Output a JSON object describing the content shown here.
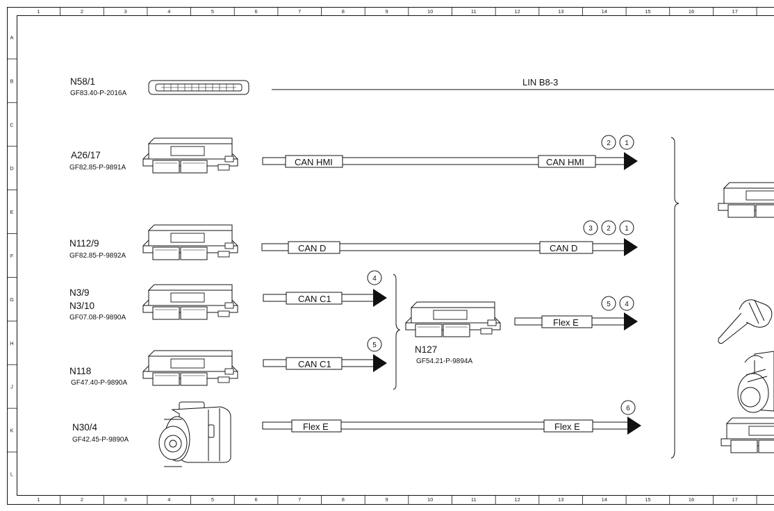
{
  "grid": {
    "columns": [
      "1",
      "2",
      "3",
      "4",
      "5",
      "6",
      "7",
      "8",
      "9",
      "10",
      "11",
      "12",
      "13",
      "14",
      "15",
      "16",
      "17"
    ],
    "rows": [
      "A",
      "B",
      "C",
      "D",
      "E",
      "F",
      "G",
      "H",
      "J",
      "K",
      "L"
    ]
  },
  "components": [
    {
      "name": "N58/1",
      "ref": "GF83.40-P-2016A"
    },
    {
      "name": "A26/17",
      "ref": "GF82.85-P-9891A"
    },
    {
      "name": "N112/9",
      "ref": "GF82.85-P-9892A"
    },
    {
      "name": "N3/9",
      "name2": "N3/10",
      "ref": "GF07.08-P-9890A"
    },
    {
      "name": "N118",
      "ref": "GF47.40-P-9890A"
    },
    {
      "name": "N30/4",
      "ref": "GF42.45-P-9890A"
    },
    {
      "name": "N127",
      "ref": "GF54.21-P-9894A"
    }
  ],
  "lines": [
    {
      "labels": [
        "LIN B8-3"
      ],
      "markers": []
    },
    {
      "labels": [
        "CAN HMI",
        "CAN HMI"
      ],
      "markers": [
        "2",
        "1"
      ]
    },
    {
      "labels": [
        "CAN D",
        "CAN D"
      ],
      "markers": [
        "3",
        "2",
        "1"
      ]
    },
    {
      "labels": [
        "CAN C1"
      ],
      "markers": [
        "4"
      ]
    },
    {
      "labels": [
        "CAN C1"
      ],
      "markers": [
        "5"
      ]
    },
    {
      "labels": [
        "Flex E"
      ],
      "markers": [
        "5",
        "4"
      ]
    },
    {
      "labels": [
        "Flex E",
        "Flex E"
      ],
      "markers": [
        "6"
      ]
    }
  ]
}
